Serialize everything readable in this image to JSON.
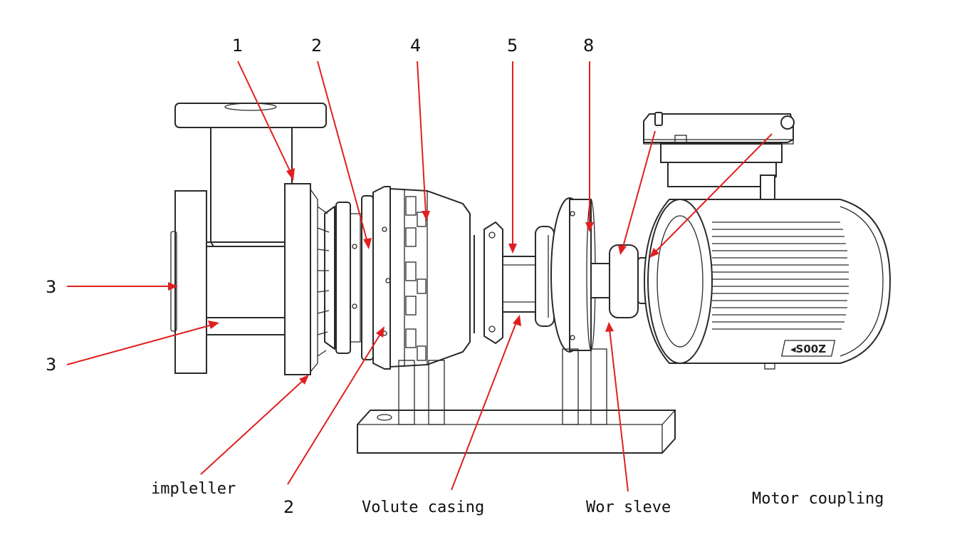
{
  "diagram": {
    "subject": "Centrifugal pump exploded assembly",
    "accent_color": "#e02020",
    "line_color": "#2a2a2a",
    "callouts_top": [
      {
        "id": "c1",
        "label": "1"
      },
      {
        "id": "c2",
        "label": "2"
      },
      {
        "id": "c4",
        "label": "4"
      },
      {
        "id": "c5",
        "label": "5"
      },
      {
        "id": "c8",
        "label": "8"
      }
    ],
    "callouts_left": [
      {
        "id": "c3a",
        "label": "3"
      },
      {
        "id": "c3b",
        "label": "3"
      }
    ],
    "callouts_bottom": [
      {
        "id": "impeller",
        "label": "impleller"
      },
      {
        "id": "c2b",
        "label": "2"
      },
      {
        "id": "volute",
        "label": "Volute casing"
      },
      {
        "id": "sleeve",
        "label": "Wor sleve"
      },
      {
        "id": "coupling",
        "label": "Motor coupling"
      }
    ],
    "motor_nameplate": "◂S00Z"
  }
}
